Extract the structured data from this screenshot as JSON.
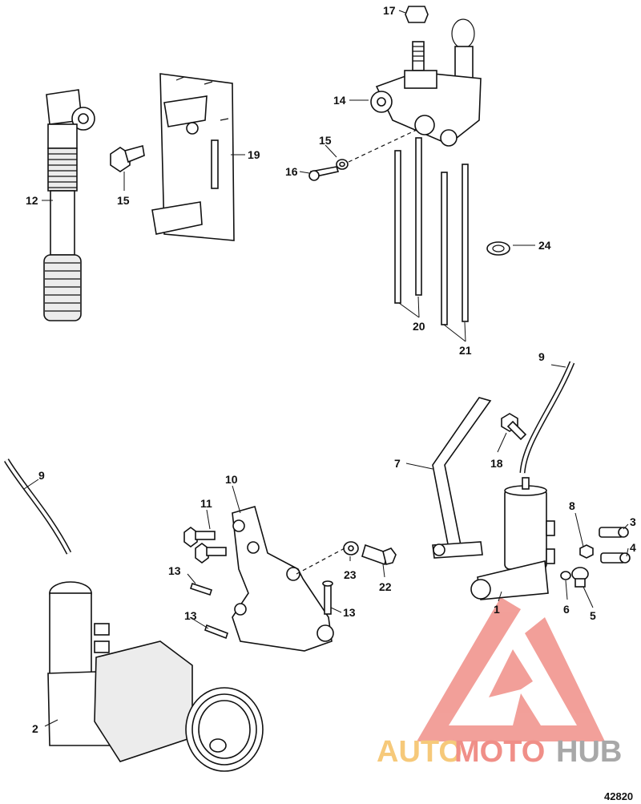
{
  "figure_id": "42820",
  "watermark": {
    "part_a": "AUTO",
    "part_b": "MOTO",
    "part_c": "HUB",
    "color_a": "#f6c97a",
    "color_b": "#f08f88",
    "color_c": "#a8a8a8",
    "logo_color": "#f08f88"
  },
  "callouts": {
    "c12": "12",
    "c15a": "15",
    "c19": "19",
    "c17": "17",
    "c14": "14",
    "c15b": "15",
    "c16": "16",
    "c20": "20",
    "c21": "21",
    "c24": "24",
    "c9a": "9",
    "c9b": "9",
    "c7": "7",
    "c18": "18",
    "c10": "10",
    "c11": "11",
    "c13a": "13",
    "c13b": "13",
    "c13c": "13",
    "c23": "23",
    "c22": "22",
    "c8": "8",
    "c3": "3",
    "c4": "4",
    "c1": "1",
    "c6": "6",
    "c5": "5",
    "c2": "2"
  }
}
